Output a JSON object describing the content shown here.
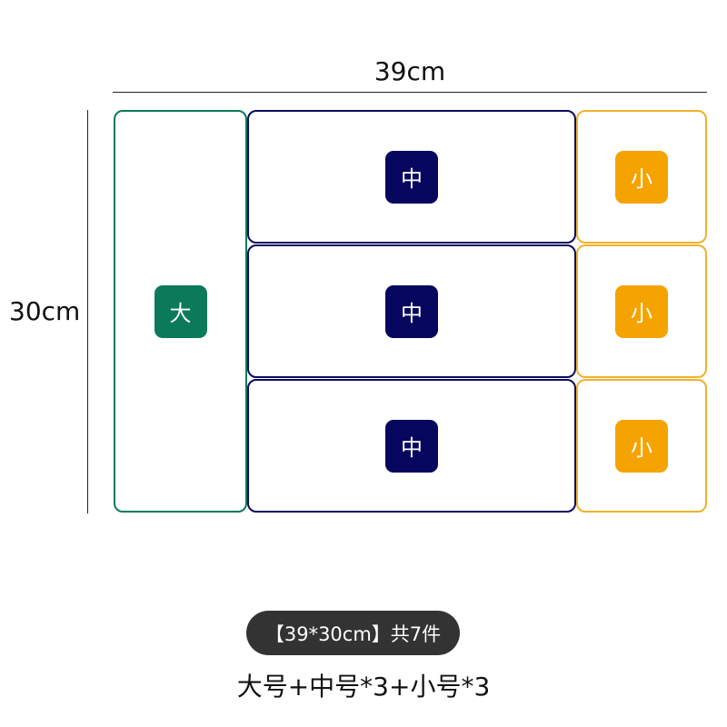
{
  "dimensions": {
    "width_label": "39cm",
    "height_label": "30cm"
  },
  "pieces": {
    "large": {
      "tag": "大"
    },
    "medium": [
      {
        "tag": "中"
      },
      {
        "tag": "中"
      },
      {
        "tag": "中"
      }
    ],
    "small": [
      {
        "tag": "小"
      },
      {
        "tag": "小"
      },
      {
        "tag": "小"
      }
    ]
  },
  "summary": {
    "pill_text": "【39*30cm】共7件",
    "formula": "大号+中号*3+小号*3"
  },
  "colors": {
    "large": "#0b7a5a",
    "medium": "#06065f",
    "small": "#f5a300",
    "pill_background": "#333333"
  }
}
